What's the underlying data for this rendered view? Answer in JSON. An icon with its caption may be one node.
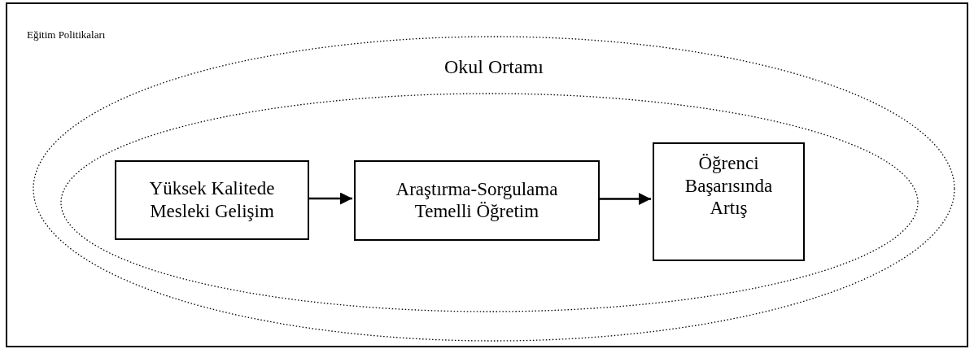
{
  "diagram": {
    "nodes": [
      {
        "text": [
          "Eğitim Politikaları"
        ]
      },
      {
        "text": [
          "Okul Ortamı"
        ],
        "in": 0
      },
      {
        "text": [],
        "shape": "ellipse",
        "in": 1
      },
      {
        "text": [
          "Yüksek Kalitede Mesleki Gelişim"
        ],
        "in": 2
      },
      {
        "text": [
          "Araştırma-Sorgulama Temelli Öğretim"
        ],
        "in": 2
      },
      {
        "text": [
          "Öğrenci Başarısında Artış"
        ],
        "in": 2
      }
    ],
    "edges": [
      {
        "from": 3,
        "to": 4,
        "arrow": "to"
      },
      {
        "from": 4,
        "to": 5,
        "arrow": "to"
      }
    ]
  }
}
